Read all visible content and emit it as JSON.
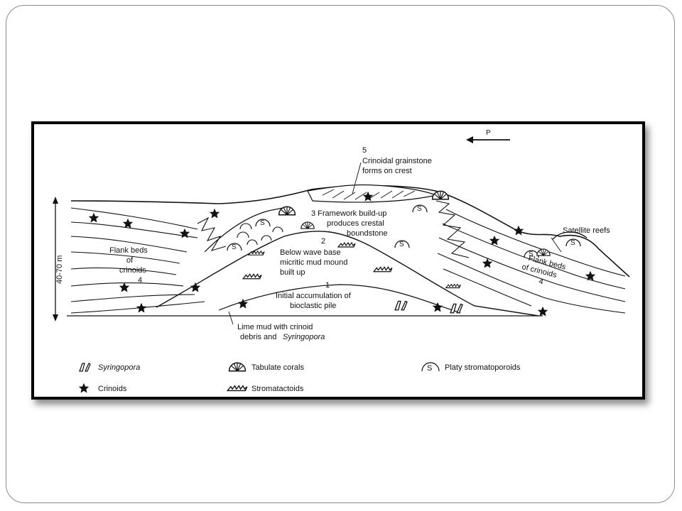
{
  "diagram": {
    "direction_label": "P",
    "vertical_scale": "40-70 m",
    "annotations": {
      "stage5_num": "5",
      "stage5_line1": "Crinoidal grainstone",
      "stage5_line2": "forms on crest",
      "stage3_line1": "3 Framework build-up",
      "stage3_line2": "produces crestal",
      "stage3_line3": "boundstone",
      "stage2_num": "2",
      "stage2_line1": "Below wave base",
      "stage2_line2": "micritic mud mound",
      "stage2_line3": "built up",
      "stage1_num": "1",
      "stage1_line1": "Initial accumulation of",
      "stage1_line2": "bioclastic pile",
      "lime_line1": "Lime mud with crinoid",
      "lime_line2a": "debris and ",
      "lime_line2b": "Syringopora",
      "left_flank_line1": "Flank beds",
      "left_flank_line2": "of",
      "left_flank_line3": "crinoids",
      "left_flank_num": "4",
      "right_flank_line1": "Flank beds",
      "right_flank_line2": "of crinoids",
      "right_flank_num": "4",
      "satellite": "Satellite reefs",
      "s_marker": "S"
    },
    "legend": {
      "syringopora": "Syringopora",
      "tabulate_corals": "Tabulate corals",
      "platy_stromatoporoids": "Platy stromatoporoids",
      "crinoids": "Crinoids",
      "stromatactoids": "Stromatactoids"
    }
  }
}
